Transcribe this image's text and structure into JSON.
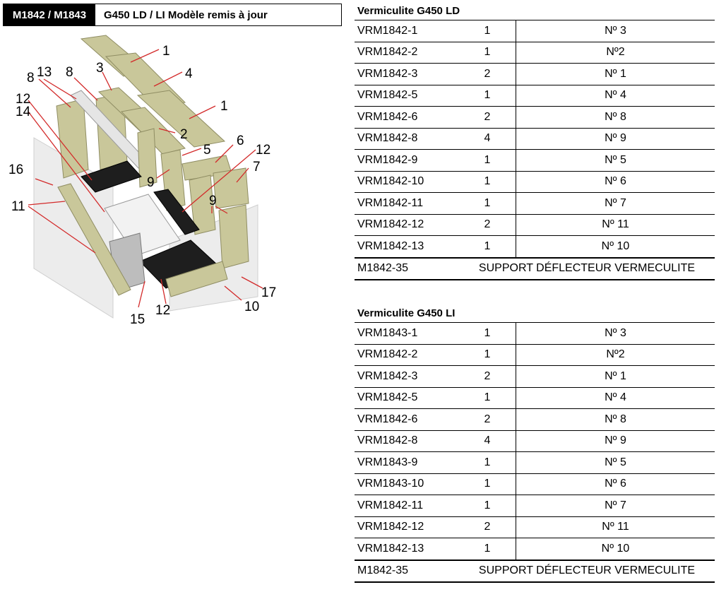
{
  "header": {
    "model": "M1842 / M1843",
    "title": "G450 LD / LI Modèle remis à jour"
  },
  "diagram": {
    "callouts": [
      "1",
      "4",
      "1",
      "3",
      "8",
      "13",
      "8",
      "12",
      "14",
      "2",
      "5",
      "6",
      "12",
      "7",
      "16",
      "9",
      "9",
      "11",
      "17",
      "10",
      "12",
      "15"
    ]
  },
  "table_ld": {
    "title": "Vermiculite G450 LD",
    "rows": [
      {
        "ref": "VRM1842-1",
        "qty": "1",
        "pos": "Nº 3"
      },
      {
        "ref": "VRM1842-2",
        "qty": "1",
        "pos": "Nº2"
      },
      {
        "ref": "VRM1842-3",
        "qty": "2",
        "pos": "Nº 1"
      },
      {
        "ref": "VRM1842-5",
        "qty": "1",
        "pos": "Nº 4"
      },
      {
        "ref": "VRM1842-6",
        "qty": "2",
        "pos": "Nº 8"
      },
      {
        "ref": "VRM1842-8",
        "qty": "4",
        "pos": "Nº 9"
      },
      {
        "ref": "VRM1842-9",
        "qty": "1",
        "pos": "Nº 5"
      },
      {
        "ref": "VRM1842-10",
        "qty": "1",
        "pos": "Nº 6"
      },
      {
        "ref": "VRM1842-11",
        "qty": "1",
        "pos": "Nº 7"
      },
      {
        "ref": "VRM1842-12",
        "qty": "2",
        "pos": "Nº 11"
      },
      {
        "ref": "VRM1842-13",
        "qty": "1",
        "pos": "Nº 10"
      }
    ],
    "footer": {
      "ref": "M1842-35",
      "desc": "SUPPORT DÉFLECTEUR VERMECULITE"
    }
  },
  "table_li": {
    "title": "Vermiculite G450 LI",
    "rows": [
      {
        "ref": "VRM1843-1",
        "qty": "1",
        "pos": "Nº 3"
      },
      {
        "ref": "VRM1842-2",
        "qty": "1",
        "pos": "Nº2"
      },
      {
        "ref": "VRM1842-3",
        "qty": "2",
        "pos": "Nº 1"
      },
      {
        "ref": "VRM1842-5",
        "qty": "1",
        "pos": "Nº 4"
      },
      {
        "ref": "VRM1842-6",
        "qty": "2",
        "pos": "Nº 8"
      },
      {
        "ref": "VRM1842-8",
        "qty": "4",
        "pos": "Nº 9"
      },
      {
        "ref": "VRM1843-9",
        "qty": "1",
        "pos": "Nº 5"
      },
      {
        "ref": "VRM1843-10",
        "qty": "1",
        "pos": "Nº 6"
      },
      {
        "ref": "VRM1842-11",
        "qty": "1",
        "pos": "Nº 7"
      },
      {
        "ref": "VRM1842-12",
        "qty": "2",
        "pos": "Nº 11"
      },
      {
        "ref": "VRM1842-13",
        "qty": "1",
        "pos": "Nº 10"
      }
    ],
    "footer": {
      "ref": "M1842-35",
      "desc": "SUPPORT DÉFLECTEUR VERMECULITE"
    }
  },
  "colors": {
    "panel": "#c9c79a",
    "panel_edge": "#8f8d63",
    "brick": "#1e1e1e",
    "arrow": "#d32a2a",
    "glass": "#e6e6e6"
  }
}
